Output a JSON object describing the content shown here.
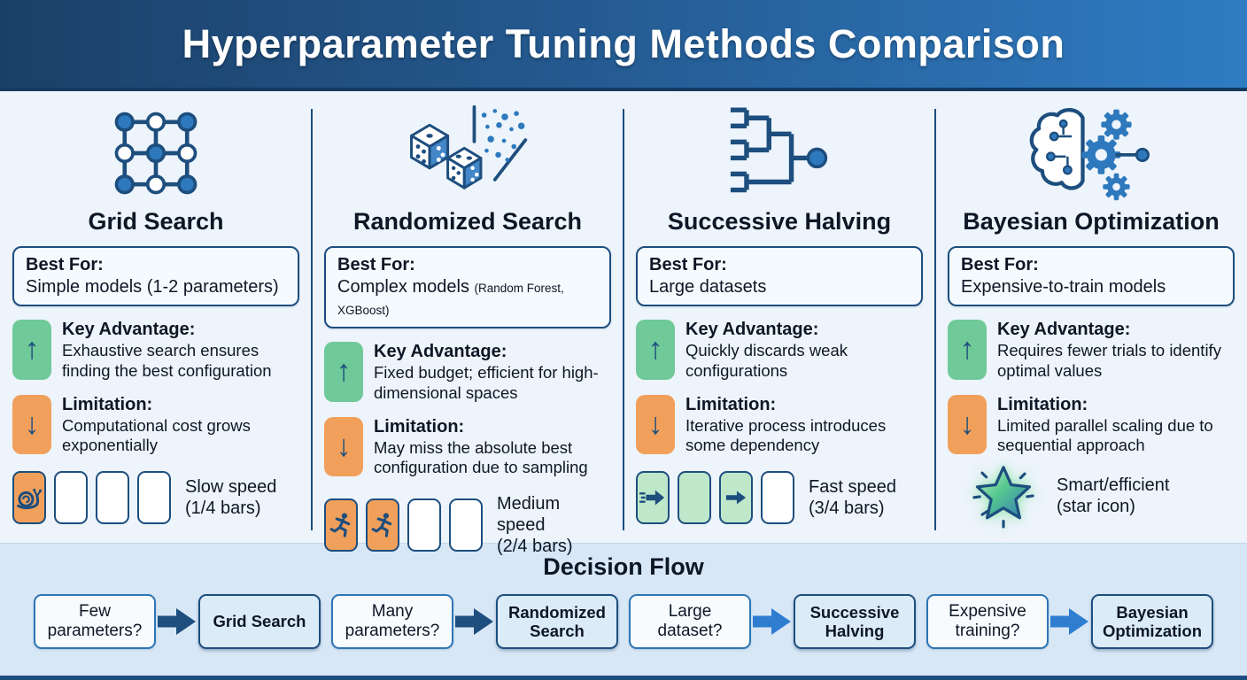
{
  "header": {
    "title": "Hyperparameter Tuning Methods Comparison"
  },
  "section_labels": {
    "best_for": "Best For:",
    "key_advantage": "Key Advantage:",
    "limitation": "Limitation:"
  },
  "columns": [
    {
      "title": "Grid Search",
      "icon": "grid-network-icon",
      "best_for": "Simple models (1-2 parameters)",
      "best_for_note": "",
      "advantage": "Exhaustive search ensures finding the best configuration",
      "limitation": "Computational cost grows exponentially",
      "speed": {
        "line1": "Slow speed",
        "line2": "(1/4 bars)",
        "filled_bars": 1,
        "total_bars": 4,
        "fill_color": "#f1a05c",
        "bar_icon": "snail-icon"
      }
    },
    {
      "title": "Randomized Search",
      "icon": "dice-scatter-icon",
      "best_for": "Complex models",
      "best_for_note": "(Random Forest, XGBoost)",
      "advantage": "Fixed budget; efficient for high-dimensional spaces",
      "limitation": "May miss the absolute best configuration due to sampling",
      "speed": {
        "line1": "Medium speed",
        "line2": "(2/4 bars)",
        "filled_bars": 2,
        "total_bars": 4,
        "fill_color": "#f1a05c",
        "bar_icon": "runner-icon"
      }
    },
    {
      "title": "Successive Halving",
      "icon": "bracket-tree-icon",
      "best_for": "Large datasets",
      "best_for_note": "",
      "advantage": "Quickly discards weak configurations",
      "limitation": "Iterative process introduces some dependency",
      "speed": {
        "line1": "Fast speed",
        "line2": "(3/4 bars)",
        "filled_bars": 3,
        "total_bars": 4,
        "fill_color": "#bfe8cb",
        "bar_icon": "fast-arrow-icon"
      }
    },
    {
      "title": "Bayesian Optimization",
      "icon": "brain-gears-icon",
      "best_for": "Expensive-to-train models",
      "best_for_note": "",
      "advantage": "Requires fewer trials to identify optimal values",
      "limitation": "Limited parallel scaling due to sequential approach",
      "speed": {
        "line1": "Smart/efficient",
        "line2": "(star icon)",
        "badge_icon": "star-icon"
      }
    }
  ],
  "decision_flow": {
    "title": "Decision Flow",
    "steps": [
      {
        "question": "Few parameters?",
        "answer": "Grid Search"
      },
      {
        "question": "Many parameters?",
        "answer": "Randomized Search"
      },
      {
        "question": "Large dataset?",
        "answer": "Successive Halving"
      },
      {
        "question": "Expensive training?",
        "answer": "Bayesian Optimization"
      }
    ]
  },
  "colors": {
    "header_gradient_left": "#1b4068",
    "header_gradient_right": "#2f7cc3",
    "accent_navy": "#1d4e7e",
    "accent_blue": "#2e75b6",
    "advantage_green": "#6fc998",
    "limitation_orange": "#f1a05c",
    "fast_bar_green": "#bfe8cb",
    "flow_band_bg": "#d8e7f6",
    "page_bg": "#edf4fb"
  }
}
